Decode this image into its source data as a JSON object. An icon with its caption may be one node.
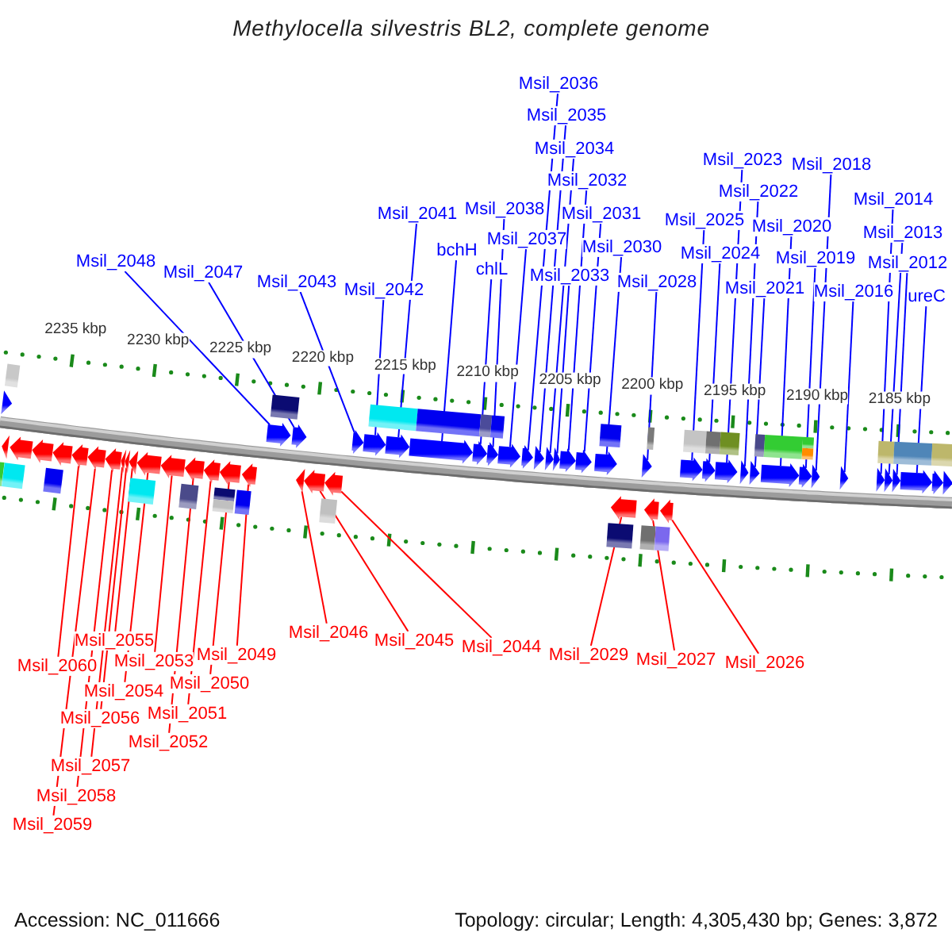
{
  "diagram": {
    "title": "Methylocella silvestris BL2, complete genome",
    "nodes": [
      {
        "text": [
          "Msil_2048"
        ]
      },
      {
        "text": [
          "Msil_2047"
        ]
      },
      {
        "text": [
          "Msil_2043"
        ]
      },
      {
        "text": [
          "Msil_2042"
        ]
      },
      {
        "text": [
          "Msil_2041"
        ]
      },
      {
        "text": [
          "bchH"
        ]
      },
      {
        "text": [
          "chlL"
        ]
      },
      {
        "text": [
          "Msil_2038"
        ]
      },
      {
        "text": [
          "Msil_2037"
        ]
      },
      {
        "text": [
          "Msil_2036"
        ]
      },
      {
        "text": [
          "Msil_2035"
        ]
      },
      {
        "text": [
          "Msil_2034"
        ]
      },
      {
        "text": [
          "Msil_2033"
        ]
      },
      {
        "text": [
          "Msil_2032"
        ]
      },
      {
        "text": [
          "Msil_2031"
        ]
      },
      {
        "text": [
          "Msil_2030"
        ]
      },
      {
        "text": [
          "Msil_2028"
        ]
      },
      {
        "text": [
          "Msil_2025"
        ]
      },
      {
        "text": [
          "Msil_2024"
        ]
      },
      {
        "text": [
          "Msil_2023"
        ]
      },
      {
        "text": [
          "Msil_2022"
        ]
      },
      {
        "text": [
          "Msil_2021"
        ]
      },
      {
        "text": [
          "Msil_2020"
        ]
      },
      {
        "text": [
          "Msil_2019"
        ]
      },
      {
        "text": [
          "Msil_2018"
        ]
      },
      {
        "text": [
          "Msil_2016"
        ]
      },
      {
        "text": [
          "Msil_2014"
        ]
      },
      {
        "text": [
          "Msil_2013"
        ]
      },
      {
        "text": [
          "Msil_2012"
        ]
      },
      {
        "text": [
          "ureC"
        ]
      },
      {
        "text": [
          "Msil_2060"
        ]
      },
      {
        "text": [
          "Msil_2059"
        ]
      },
      {
        "text": [
          "Msil_2058"
        ]
      },
      {
        "text": [
          "Msil_2057"
        ]
      },
      {
        "text": [
          "Msil_2056"
        ]
      },
      {
        "text": [
          "Msil_2055"
        ]
      },
      {
        "text": [
          "Msil_2054"
        ]
      },
      {
        "text": [
          "Msil_2053"
        ]
      },
      {
        "text": [
          "Msil_2052"
        ]
      },
      {
        "text": [
          "Msil_2051"
        ]
      },
      {
        "text": [
          "Msil_2050"
        ]
      },
      {
        "text": [
          "Msil_2049"
        ]
      },
      {
        "text": [
          "Msil_2046"
        ]
      },
      {
        "text": [
          "Msil_2045"
        ]
      },
      {
        "text": [
          "Msil_2044"
        ]
      },
      {
        "text": [
          "Msil_2029"
        ]
      },
      {
        "text": [
          "Msil_2027"
        ]
      },
      {
        "text": [
          "Msil_2026"
        ]
      },
      {
        "text": [],
        "shape": "arrow"
      },
      {
        "text": [],
        "shape": "arrow"
      },
      {
        "text": [],
        "shape": "arrow"
      },
      {
        "text": [],
        "shape": "arrow"
      },
      {
        "text": [],
        "shape": "arrow"
      },
      {
        "text": [],
        "shape": "arrow"
      },
      {
        "text": [],
        "shape": "arrow"
      },
      {
        "text": [],
        "shape": "arrow"
      },
      {
        "text": [],
        "shape": "arrow"
      },
      {
        "text": [],
        "shape": "arrow"
      },
      {
        "text": [],
        "shape": "arrow"
      },
      {
        "text": [],
        "shape": "arrow"
      },
      {
        "text": [],
        "shape": "arrow"
      },
      {
        "text": [],
        "shape": "arrow"
      },
      {
        "text": [],
        "shape": "arrow"
      },
      {
        "text": [],
        "shape": "arrow"
      },
      {
        "text": [],
        "shape": "arrow"
      },
      {
        "text": [],
        "shape": "arrow"
      },
      {
        "text": [],
        "shape": "arrow"
      },
      {
        "text": [],
        "shape": "arrow"
      },
      {
        "text": [],
        "shape": "arrow"
      },
      {
        "text": [],
        "shape": "arrow"
      },
      {
        "text": [],
        "shape": "arrow"
      },
      {
        "text": [],
        "shape": "arrow"
      },
      {
        "text": [],
        "shape": "arrow"
      },
      {
        "text": [],
        "shape": "arrow"
      },
      {
        "text": [],
        "shape": "arrow"
      },
      {
        "text": [],
        "shape": "arrow"
      },
      {
        "text": [],
        "shape": "arrow"
      },
      {
        "text": [],
        "shape": "arrow"
      },
      {
        "text": [],
        "shape": "arrow"
      },
      {
        "text": [],
        "shape": "arrow"
      },
      {
        "text": [],
        "shape": "arrow"
      },
      {
        "text": [],
        "shape": "arrow"
      },
      {
        "text": [],
        "shape": "arrow"
      },
      {
        "text": [],
        "shape": "arrow"
      },
      {
        "text": [],
        "shape": "arrow"
      },
      {
        "text": [],
        "shape": "arrow"
      },
      {
        "text": [],
        "shape": "arrow"
      },
      {
        "text": [],
        "shape": "arrow"
      },
      {
        "text": [],
        "shape": "arrow"
      },
      {
        "text": [],
        "shape": "arrow"
      },
      {
        "text": [],
        "shape": "arrow"
      },
      {
        "text": [],
        "shape": "arrow"
      },
      {
        "text": [],
        "shape": "arrow"
      },
      {
        "text": [],
        "shape": "arrow"
      },
      {
        "text": [],
        "shape": "arrow"
      },
      {
        "text": [],
        "shape": "arrow"
      },
      {
        "text": [],
        "shape": "arrow"
      },
      {
        "text": [],
        "shape": "arrow"
      },
      {
        "text": [],
        "shape": "arrow"
      },
      {
        "text": [],
        "shape": "arrow"
      },
      {
        "text": [],
        "shape": "arrow"
      },
      {
        "text": [],
        "shape": "arrow"
      },
      {
        "text": [],
        "shape": "arrow"
      }
    ],
    "edges": [
      {
        "from": 0,
        "to": 49,
        "arrow": "none"
      },
      {
        "from": 1,
        "to": 50,
        "arrow": "none"
      },
      {
        "from": 2,
        "to": 51,
        "arrow": "none"
      },
      {
        "from": 3,
        "to": 52,
        "arrow": "none"
      },
      {
        "from": 4,
        "to": 53,
        "arrow": "none"
      },
      {
        "from": 5,
        "to": 54,
        "arrow": "none"
      },
      {
        "from": 6,
        "to": 55,
        "arrow": "none"
      },
      {
        "from": 7,
        "to": 56,
        "arrow": "none"
      },
      {
        "from": 8,
        "to": 57,
        "arrow": "none"
      },
      {
        "from": 9,
        "to": 58,
        "arrow": "none"
      },
      {
        "from": 10,
        "to": 59,
        "arrow": "none"
      },
      {
        "from": 11,
        "to": 60,
        "arrow": "none"
      },
      {
        "from": 12,
        "to": 61,
        "arrow": "none"
      },
      {
        "from": 13,
        "to": 62,
        "arrow": "none"
      },
      {
        "from": 14,
        "to": 63,
        "arrow": "none"
      },
      {
        "from": 15,
        "to": 64,
        "arrow": "none"
      },
      {
        "from": 16,
        "to": 65,
        "arrow": "none"
      },
      {
        "from": 17,
        "to": 66,
        "arrow": "none"
      },
      {
        "from": 18,
        "to": 67,
        "arrow": "none"
      },
      {
        "from": 19,
        "to": 68,
        "arrow": "none"
      },
      {
        "from": 20,
        "to": 69,
        "arrow": "none"
      },
      {
        "from": 21,
        "to": 70,
        "arrow": "none"
      },
      {
        "from": 22,
        "to": 71,
        "arrow": "none"
      },
      {
        "from": 23,
        "to": 72,
        "arrow": "none"
      },
      {
        "from": 24,
        "to": 73,
        "arrow": "none"
      },
      {
        "from": 25,
        "to": 74,
        "arrow": "none"
      },
      {
        "from": 26,
        "to": 75,
        "arrow": "none"
      },
      {
        "from": 27,
        "to": 76,
        "arrow": "none"
      },
      {
        "from": 28,
        "to": 77,
        "arrow": "none"
      },
      {
        "from": 29,
        "to": 78,
        "arrow": "none"
      },
      {
        "from": 30,
        "to": 85,
        "arrow": "none",
        "color": "#ff0000"
      },
      {
        "from": 31,
        "to": 86,
        "arrow": "none",
        "color": "#ff0000"
      },
      {
        "from": 32,
        "to": 87,
        "arrow": "none",
        "color": "#ff0000"
      },
      {
        "from": 33,
        "to": 88,
        "arrow": "none",
        "color": "#ff0000"
      },
      {
        "from": 34,
        "to": 89,
        "arrow": "none",
        "color": "#ff0000"
      },
      {
        "from": 35,
        "to": 90,
        "arrow": "none",
        "color": "#ff0000"
      },
      {
        "from": 36,
        "to": 91,
        "arrow": "none",
        "color": "#ff0000"
      },
      {
        "from": 37,
        "to": 92,
        "arrow": "none",
        "color": "#ff0000"
      },
      {
        "from": 38,
        "to": 93,
        "arrow": "none",
        "color": "#ff0000"
      },
      {
        "from": 39,
        "to": 94,
        "arrow": "none",
        "color": "#ff0000"
      },
      {
        "from": 40,
        "to": 95,
        "arrow": "none",
        "color": "#ff0000"
      },
      {
        "from": 41,
        "to": 96,
        "arrow": "none",
        "color": "#ff0000"
      },
      {
        "from": 42,
        "to": 97,
        "arrow": "none",
        "color": "#ff0000"
      },
      {
        "from": 43,
        "to": 98,
        "arrow": "none",
        "color": "#ff0000"
      },
      {
        "from": 44,
        "to": 99,
        "arrow": "none",
        "color": "#ff0000"
      },
      {
        "from": 45,
        "to": 100,
        "arrow": "none",
        "color": "#ff0000"
      },
      {
        "from": 46,
        "to": 101,
        "arrow": "none",
        "color": "#ff0000"
      },
      {
        "from": 47,
        "to": 102,
        "arrow": "none",
        "color": "#ff0000"
      }
    ],
    "labels": [
      "2235 kbp",
      "2230 kbp",
      "2225 kbp",
      "2220 kbp",
      "2215 kbp",
      "2210 kbp",
      "2205 kbp",
      "2200 kbp",
      "2195 kbp",
      "2190 kbp",
      "2185 kbp",
      "Accession: NC_011666",
      "Topology: circular; Length: 4,305,430 bp; Genes: 3,872"
    ]
  }
}
